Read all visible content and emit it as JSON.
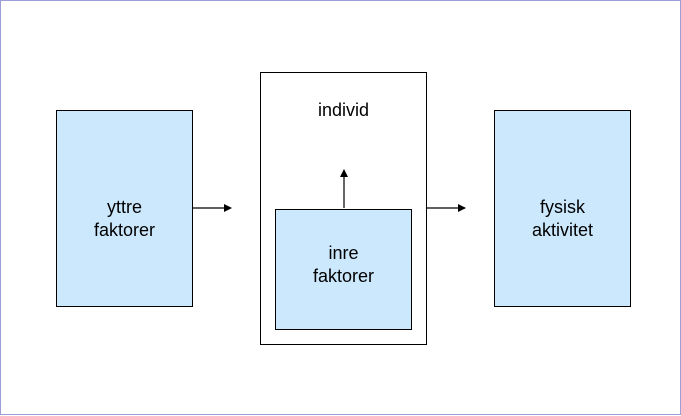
{
  "diagram": {
    "outer_left": {
      "line1": "yttre",
      "line2": "faktorer"
    },
    "center": {
      "title": "individ",
      "inner": {
        "line1": "inre",
        "line2": "faktorer"
      }
    },
    "outer_right": {
      "line1": "fysisk",
      "line2": "aktivitet"
    },
    "colors": {
      "box_fill": "#cce8fc",
      "frame_border": "#9e9ed6",
      "stroke": "#000000"
    }
  }
}
